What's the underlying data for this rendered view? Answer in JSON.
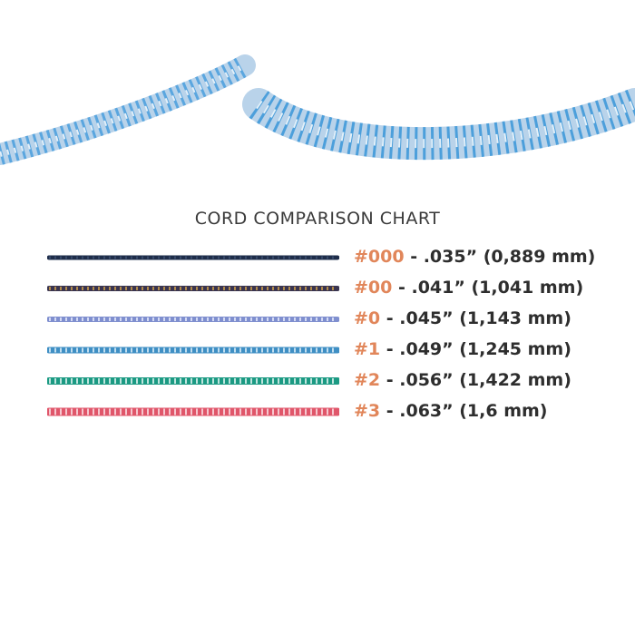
{
  "title": "CORD COMPARISON CHART",
  "accent_color": "#e1865a",
  "cords": [
    {
      "gauge": "#000",
      "spec": " - .035” (0,889 mm)",
      "color_a": "#1e2d4a",
      "color_b": "#3c4f70",
      "thickness": 0.035
    },
    {
      "gauge": "#00",
      "spec": " - .041” (1,041 mm)",
      "color_a": "#3a3550",
      "color_b": "#c99a4a",
      "thickness": 0.041
    },
    {
      "gauge": "#0",
      "spec": " - .045” (1,143 mm)",
      "color_a": "#7f8fcf",
      "color_b": "#e3e8fb",
      "thickness": 0.045
    },
    {
      "gauge": "#1",
      "spec": " - .049” (1,245 mm)",
      "color_a": "#3f8fc4",
      "color_b": "#d8ecf8",
      "thickness": 0.049
    },
    {
      "gauge": "#2",
      "spec": " - .056” (1,422 mm)",
      "color_a": "#1b9a83",
      "color_b": "#dff3ee",
      "thickness": 0.056
    },
    {
      "gauge": "#3",
      "spec": " - .063” (1,6 mm)",
      "color_a": "#e0566a",
      "color_b": "#fbdde2",
      "thickness": 0.063
    }
  ]
}
